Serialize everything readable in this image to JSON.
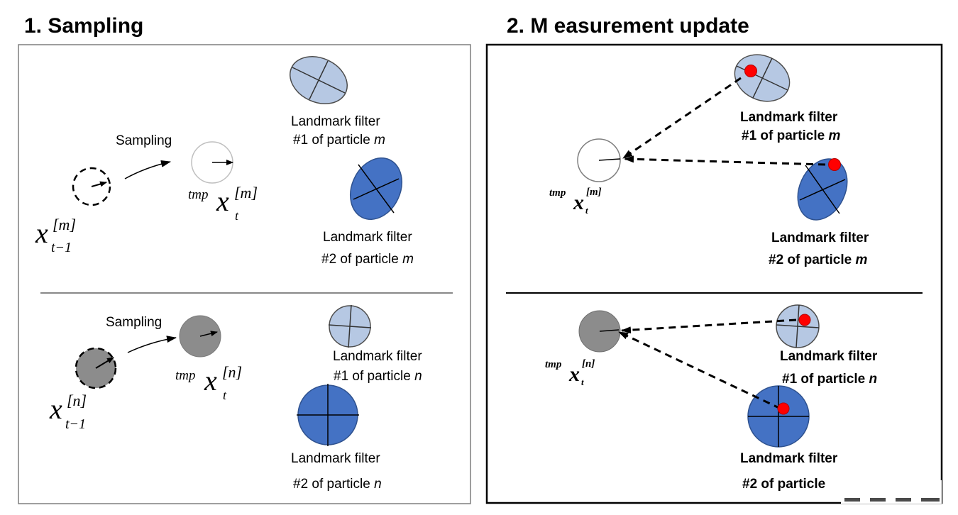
{
  "panel1": {
    "title": "1. Sampling",
    "top": {
      "sampling_label": "Sampling",
      "old_pose": {
        "symbol": "x",
        "sub": "t−1",
        "sup": "[m]"
      },
      "tmp_pose": {
        "prefix": "tmp",
        "symbol": "x",
        "sub": "t",
        "sup": "[m]"
      },
      "lm1": {
        "line1": "Landmark filter",
        "line2a": "#1 of particle ",
        "line2b": "m"
      },
      "lm2": {
        "line1": "Landmark filter",
        "line2a": "#2 of particle ",
        "line2b": "m"
      }
    },
    "bottom": {
      "sampling_label": "Sampling",
      "old_pose": {
        "symbol": "x",
        "sub": "t−1",
        "sup": "[n]"
      },
      "tmp_pose": {
        "prefix": "tmp",
        "symbol": "x",
        "sub": "t",
        "sup": "[n]"
      },
      "lm1": {
        "line1": "Landmark filter",
        "line2a": "#1 of particle ",
        "line2b": "n"
      },
      "lm2": {
        "line1": "Landmark filter",
        "line2a": "#2 of particle ",
        "line2b": "n"
      }
    }
  },
  "panel2": {
    "title": "2. M easurement update",
    "top": {
      "tmp_pose": {
        "prefix": "tmp",
        "symbol": "x",
        "sub": "t",
        "sup": "[m]"
      },
      "lm1": {
        "line1": "Landmark filter",
        "line2a": "#1 of particle ",
        "line2b": "m"
      },
      "lm2": {
        "line1": "Landmark filter",
        "line2a": "#2 of particle ",
        "line2b": "m"
      }
    },
    "bottom": {
      "tmp_pose": {
        "prefix": "tmp",
        "symbol": "x",
        "sub": "t",
        "sup": "[n]"
      },
      "lm1": {
        "line1": "Landmark filter",
        "line2a": "#1 of particle ",
        "line2b": "n"
      },
      "lm2": {
        "line1": "Landmark filter",
        "line2a": "#2 of particle"
      }
    }
  },
  "colors": {
    "light_blue": "#b6c8e3",
    "dark_blue": "#4472c4",
    "gray": "#8c8c8c",
    "measurement": "#ff0000"
  }
}
